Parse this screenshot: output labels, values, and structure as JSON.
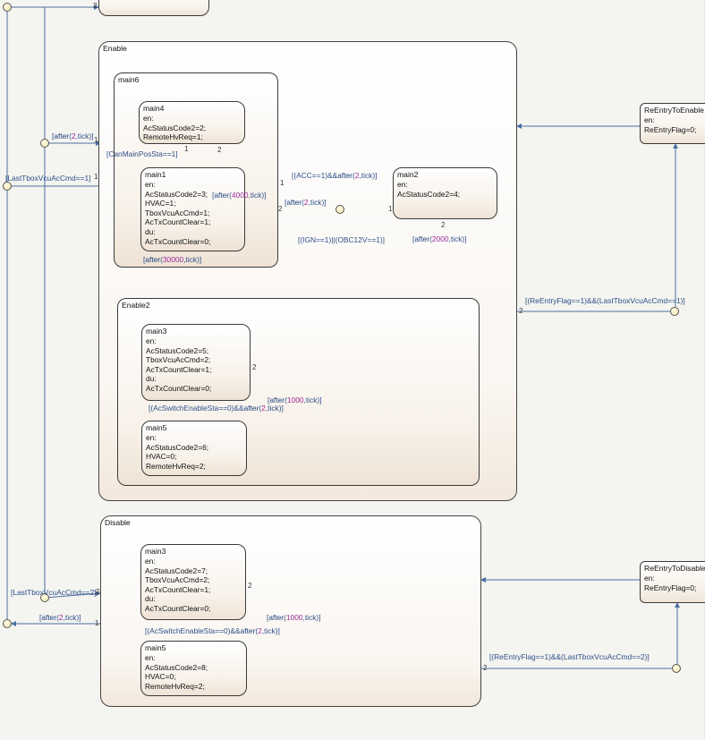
{
  "states": {
    "top_partial": {
      "name": "",
      "body": ""
    },
    "enable": {
      "name": "Enable"
    },
    "main6": {
      "name": "main6"
    },
    "main4": {
      "name": "main4",
      "body": "en:\nAcStatusCode2=2;\nRemoteHvReq=1;"
    },
    "main1": {
      "name": "main1",
      "body": "en:\nAcStatusCode2=3;\nHVAC=1;\nTboxVcuAcCmd=1;\nAcTxCountClear=1;\ndu:\nAcTxCountClear=0;"
    },
    "main2": {
      "name": "main2",
      "body": "en:\nAcStatusCode2=4;"
    },
    "enable2": {
      "name": "Enable2"
    },
    "enable2_main3": {
      "name": "main3",
      "body": "en:\nAcStatusCode2=5;\nTboxVcuAcCmd=2;\nAcTxCountClear=1;\ndu:\nAcTxCountClear=0;"
    },
    "enable2_main5": {
      "name": "main5",
      "body": "en:\nAcStatusCode2=6;\nHVAC=0;\nRemoteHvReq=2;"
    },
    "disable": {
      "name": "Disable"
    },
    "disable_main3": {
      "name": "main3",
      "body": "en:\nAcStatusCode2=7;\nTboxVcuAcCmd=2;\nAcTxCountClear=1;\ndu:\nAcTxCountClear=0;"
    },
    "disable_main5": {
      "name": "main5",
      "body": "en:\nAcStatusCode2=8;\nHVAC=0;\nRemoteHvReq=2;"
    },
    "reentry_enable": {
      "name": "ReEntryToEnable",
      "body": "en:\nReEntryFlag=0;"
    },
    "reentry_disable": {
      "name": "ReEntryToDisable",
      "body": "en:\nReEntryFlag=0;"
    }
  },
  "transitions": {
    "after2tick_left": {
      "open": "[",
      "fn": "after",
      "args_open": "(",
      "n1": "2",
      "comma": ",",
      "unit": "tick",
      "close": ")]"
    },
    "last_tbox_1": "[LastTboxVcuAcCmd==1]",
    "can_main": "[CanMainPosSta==1]",
    "main1_after4000": {
      "open": "[",
      "fn": "after",
      "args_open": "(",
      "n1": "4000",
      "comma": ",",
      "unit": "tick",
      "close": ")]"
    },
    "main6_after30000": {
      "open": "[",
      "fn": "after",
      "args_open": "(",
      "n1": "30000",
      "comma": ",",
      "unit": "tick",
      "close": ")]"
    },
    "acc_after2": {
      "pre": "[(ACC==1)&&",
      "fn": "after",
      "args_open": "(",
      "n1": "2",
      "comma": ",",
      "unit": "tick",
      "close": ")]"
    },
    "after2_junction": {
      "open": "[",
      "fn": "after",
      "args_open": "(",
      "n1": "2",
      "comma": ",",
      "unit": "tick",
      "close": ")]"
    },
    "ign_obc": "[(IGN==1)||(OBC12V==1)]",
    "main2_after2000": {
      "open": "[",
      "fn": "after",
      "args_open": "(",
      "n1": "2000",
      "comma": ",",
      "unit": "tick",
      "close": ")]"
    },
    "reentry_enable_cond": "[(ReEntryFlag==1)&&(LastTboxVcuAcCmd==1)]",
    "e2_after1000": {
      "open": "[",
      "fn": "after",
      "args_open": "(",
      "n1": "1000",
      "comma": ",",
      "unit": "tick",
      "close": ")]"
    },
    "e2_acswitch": {
      "pre": "[(AcSwitchEnableSta==0)&&",
      "fn": "after",
      "args_open": "(",
      "n1": "2",
      "comma": ",",
      "unit": "tick",
      "close": ")]"
    },
    "last_tbox_2": "[LastTboxVcuAcCmd==2]",
    "after2tick_left2": {
      "open": "[",
      "fn": "after",
      "args_open": "(",
      "n1": "2",
      "comma": ",",
      "unit": "tick",
      "close": ")]"
    },
    "d_after1000": {
      "open": "[",
      "fn": "after",
      "args_open": "(",
      "n1": "1000",
      "comma": ",",
      "unit": "tick",
      "close": ")]"
    },
    "d_acswitch": {
      "pre": "[(AcSwitchEnableSta==0)&&",
      "fn": "after",
      "args_open": "(",
      "n1": "2",
      "comma": ",",
      "unit": "tick",
      "close": ")]"
    },
    "reentry_disable_cond": "[(ReEntryFlag==1)&&(LastTboxVcuAcCmd==2)]"
  },
  "priorities": {
    "p_top": "2",
    "p_after_left": "1",
    "p_last1": "1",
    "p_can": "1",
    "p_main4_down": "2",
    "p_acc": "1",
    "p_junc_left": "2",
    "p_junc_right": "1",
    "p_main2_down": "2",
    "p_reentry_en": "2",
    "p_e2_main3": "2",
    "p_last2": "2",
    "p_after_left2": "1",
    "p_d_main3": "2",
    "p_reentry_dis": "2"
  },
  "colors": {
    "line": "#4a6fa0",
    "label": "#2d4f8a",
    "number": "#9c2a9c",
    "junction": "#f1e3a8"
  }
}
